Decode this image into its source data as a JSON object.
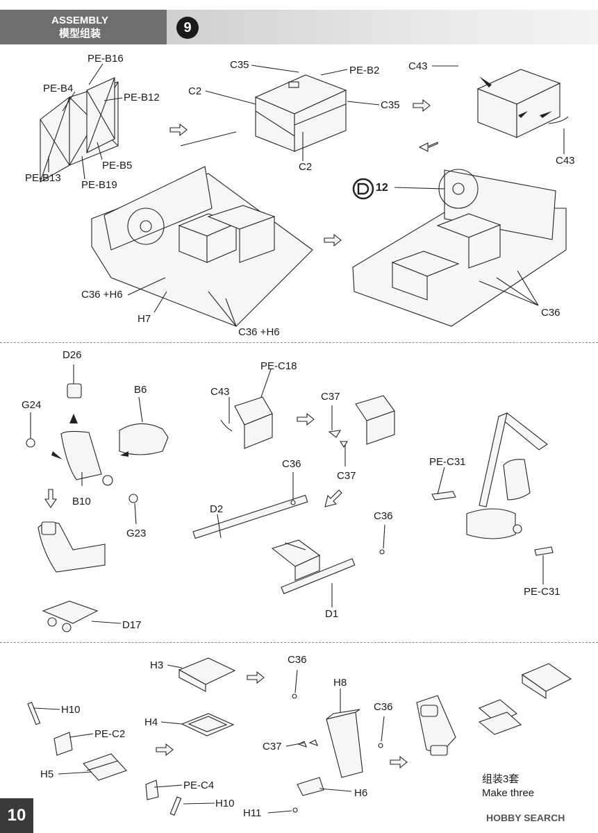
{
  "header": {
    "title_en": "ASSEMBLY",
    "title_cn": "模型组装",
    "step_number": "9"
  },
  "reference": {
    "part": "D",
    "step": "12"
  },
  "labels": {
    "pe_b16": "PE-B16",
    "pe_b4": "PE-B4",
    "pe_b12": "PE-B12",
    "pe_b5": "PE-B5",
    "pe_b13": "PE-B13",
    "pe_b19": "PE-B19",
    "c35_top": "C35",
    "pe_b2": "PE-B2",
    "c2_left": "C2",
    "c35_right": "C35",
    "c2_bottom": "C2",
    "c43_top_left": "C43",
    "c43_top_right": "C43",
    "c36_h6_left": "C36 +H6",
    "h7": "H7",
    "c36_h6_mid": "C36 +H6",
    "c36_right": "C36",
    "d26": "D26",
    "b6": "B6",
    "g24": "G24",
    "b10": "B10",
    "g23": "G23",
    "d17": "D17",
    "pe_c18": "PE-C18",
    "c43_mid": "C43",
    "c37_top": "C37",
    "c37_bottom": "C37",
    "c36_mid": "C36",
    "d2": "D2",
    "c36_mid_right": "C36",
    "d1": "D1",
    "pe_c31_top": "PE-C31",
    "pe_c31_bottom": "PE-C31",
    "h3": "H3",
    "h4": "H4",
    "h10_top": "H10",
    "pe_c2": "PE-C2",
    "h5": "H5",
    "pe_c4": "PE-C4",
    "h10_bottom": "H10",
    "c36_bottom": "C36",
    "h8": "H8",
    "c36_bottom_right": "C36",
    "c37_bottom_row": "C37",
    "h6": "H6",
    "h11": "H11"
  },
  "note": {
    "cn": "组装3套",
    "en": "Make three"
  },
  "page_number": "10",
  "watermark": "HOBBY SEARCH"
}
